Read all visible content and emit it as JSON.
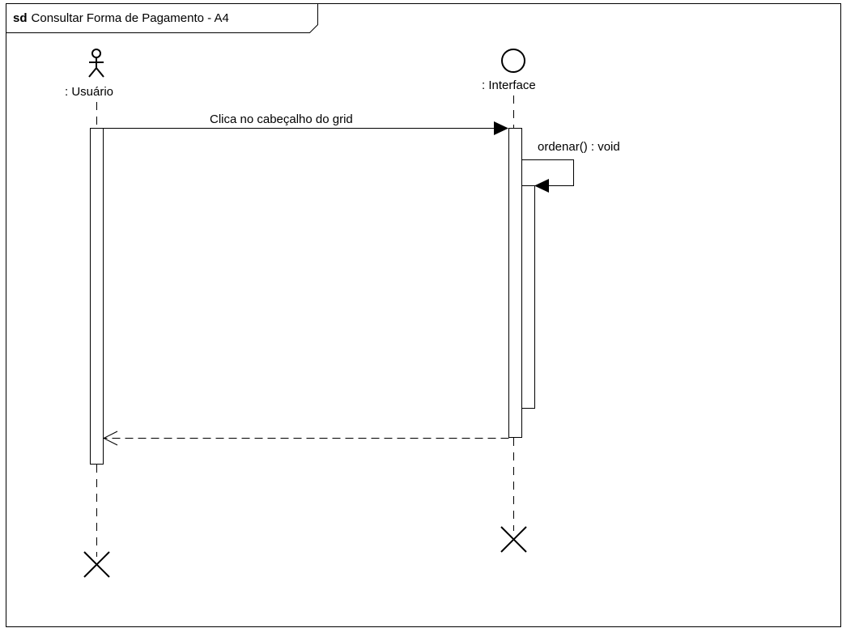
{
  "frame": {
    "keyword": "sd",
    "name": "Consultar Forma de Pagamento - A4"
  },
  "lifelines": [
    {
      "id": "usuario",
      "label": ": Usuário",
      "kind": "actor-icon"
    },
    {
      "id": "interface",
      "label": ": Interface",
      "kind": "boundary-circle-icon"
    }
  ],
  "messages": [
    {
      "from": "usuario",
      "to": "interface",
      "label": "Clica no cabeçalho do grid",
      "style": "synchronous"
    },
    {
      "from": "interface",
      "to": "interface",
      "label": "ordenar() : void",
      "style": "synchronous-self"
    },
    {
      "from": "interface",
      "to": "usuario",
      "label": "",
      "style": "return-dashed"
    }
  ],
  "colors": {
    "line": "#000000",
    "background": "#ffffff"
  }
}
